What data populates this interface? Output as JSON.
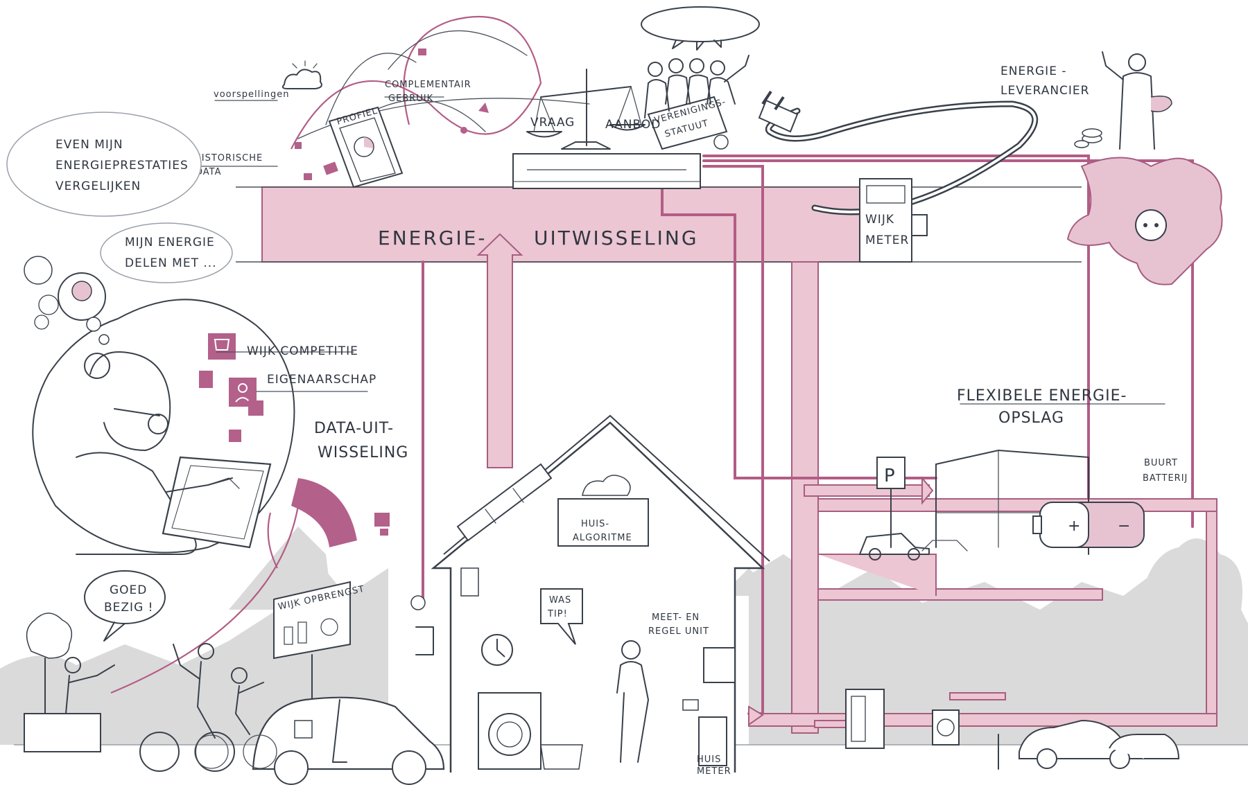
{
  "exchange_bar": {
    "label_left": "ENERGIE-",
    "label_right": "UITWISSELING"
  },
  "top_annotations": {
    "voorspellingen": "voorspellingen",
    "complementair": "COMPLEMENTAIR",
    "gebruik": "GEBRUIK",
    "historische": "HISTORISCHE",
    "data": "DATA",
    "profiel": "PROFIEL",
    "vraag": "VRAAG",
    "aanbod": "AANBOD",
    "verenigings": "VERENIGINGS-",
    "statuut": "STATUUT"
  },
  "speech_bubbles": {
    "compare_line1": "EVEN MIJN",
    "compare_line2": "ENERGIEPRESTATIES",
    "compare_line3": "VERGELIJKEN",
    "share_line1": "MIJN ENERGIE",
    "share_line2": "DELEN MET ...",
    "goed_line1": "GOED",
    "goed_line2": "BEZIG !",
    "tip_line1": "WAS",
    "tip_line2": "TIP!"
  },
  "wijk_meter": {
    "line1": "WIJK",
    "line2": "METER"
  },
  "leverancier": {
    "line1": "ENERGIE -",
    "line2": "LEVERANCIER"
  },
  "data_exchange": {
    "competitie": "WIJK COMPETITIE",
    "eigenaarschap": "EIGENAARSCHAP",
    "title_line1": "DATA-UIT-",
    "title_line2": "WISSELING"
  },
  "storage": {
    "title_line1": "FLEXIBELE ENERGIE-",
    "title_line2": "OPSLAG",
    "batterij_line1": "BUURT",
    "batterij_line2": "BATTERIJ"
  },
  "house": {
    "algoritme_line1": "HUIS-",
    "algoritme_line2": "ALGORITME",
    "meet_line1": "MEET- EN",
    "meet_line2": "REGEL UNIT",
    "meter_line1": "HUIS",
    "meter_line2": "METER"
  },
  "billboard": {
    "label": "WIJK OPBRENGST"
  },
  "icons": [
    "plug-icon",
    "battery-icon",
    "parking-icon",
    "clock-icon",
    "washing-machine-icon",
    "trophy-icon",
    "person-icon",
    "cloud-icon",
    "scale-icon"
  ],
  "colors": {
    "pipe_fill": "#ecc6d2",
    "pipe_stroke": "#a75d80",
    "accent": "#b3608a",
    "ink": "#39404a",
    "ground": "#dadada"
  }
}
